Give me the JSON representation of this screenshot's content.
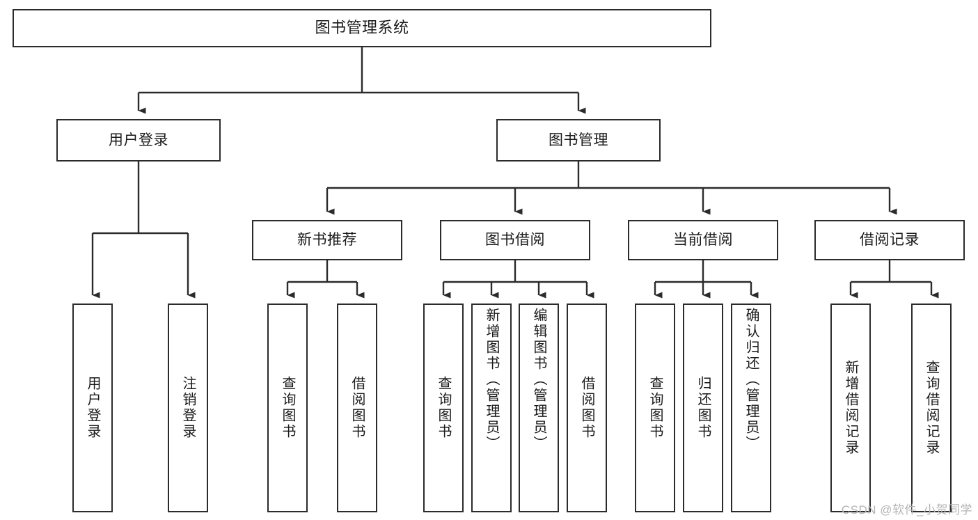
{
  "diagram": {
    "title": "图书管理系统",
    "type": "tree",
    "orientation": "top-down",
    "colors": {
      "node_border": "#2b2b2b",
      "node_fill": "#ffffff",
      "edge": "#2b2b2b",
      "text": "#1a1a1a",
      "watermark": "#b4b4b4",
      "background": "#ffffff"
    },
    "nodes": {
      "root": {
        "label": "图书管理系统",
        "level": 1,
        "orientation": "horizontal"
      },
      "level2": [
        {
          "id": "user-login",
          "label": "用户登录",
          "orientation": "horizontal"
        },
        {
          "id": "book-manage",
          "label": "图书管理",
          "orientation": "horizontal"
        }
      ],
      "level3": [
        {
          "id": "new-book-recommend",
          "label": "新书推荐",
          "orientation": "horizontal"
        },
        {
          "id": "book-borrow",
          "label": "图书借阅",
          "orientation": "horizontal"
        },
        {
          "id": "current-borrow",
          "label": "当前借阅",
          "orientation": "horizontal"
        },
        {
          "id": "borrow-record",
          "label": "借阅记录",
          "orientation": "horizontal"
        }
      ],
      "leaves": [
        {
          "id": "leaf-user-login",
          "label": "用户登录",
          "parent": "user-login",
          "orientation": "vertical"
        },
        {
          "id": "leaf-user-logout",
          "label": "注销登录",
          "parent": "user-login",
          "orientation": "vertical"
        },
        {
          "id": "leaf-query-book-1",
          "label": "查询图书",
          "parent": "new-book-recommend",
          "orientation": "vertical"
        },
        {
          "id": "leaf-borrow-book-1",
          "label": "借阅图书",
          "parent": "new-book-recommend",
          "orientation": "vertical"
        },
        {
          "id": "leaf-query-book-2",
          "label": "查询图书",
          "parent": "book-borrow",
          "orientation": "vertical"
        },
        {
          "id": "leaf-add-book",
          "label": "新增图书（管理员）",
          "parent": "book-borrow",
          "orientation": "vertical"
        },
        {
          "id": "leaf-edit-book",
          "label": "编辑图书（管理员）",
          "parent": "book-borrow",
          "orientation": "vertical"
        },
        {
          "id": "leaf-borrow-book-2",
          "label": "借阅图书",
          "parent": "book-borrow",
          "orientation": "vertical"
        },
        {
          "id": "leaf-query-book-3",
          "label": "查询图书",
          "parent": "current-borrow",
          "orientation": "vertical"
        },
        {
          "id": "leaf-return-book",
          "label": "归还图书",
          "parent": "current-borrow",
          "orientation": "vertical"
        },
        {
          "id": "leaf-confirm-return",
          "label": "确认归还（管理员）",
          "parent": "current-borrow",
          "orientation": "vertical"
        },
        {
          "id": "leaf-add-record",
          "label": "新增借阅记录",
          "parent": "borrow-record",
          "orientation": "vertical"
        },
        {
          "id": "leaf-query-record",
          "label": "查询借阅记录",
          "parent": "borrow-record",
          "orientation": "vertical"
        }
      ]
    }
  },
  "watermark": {
    "text": "CSDN @软件_小贺同学"
  }
}
